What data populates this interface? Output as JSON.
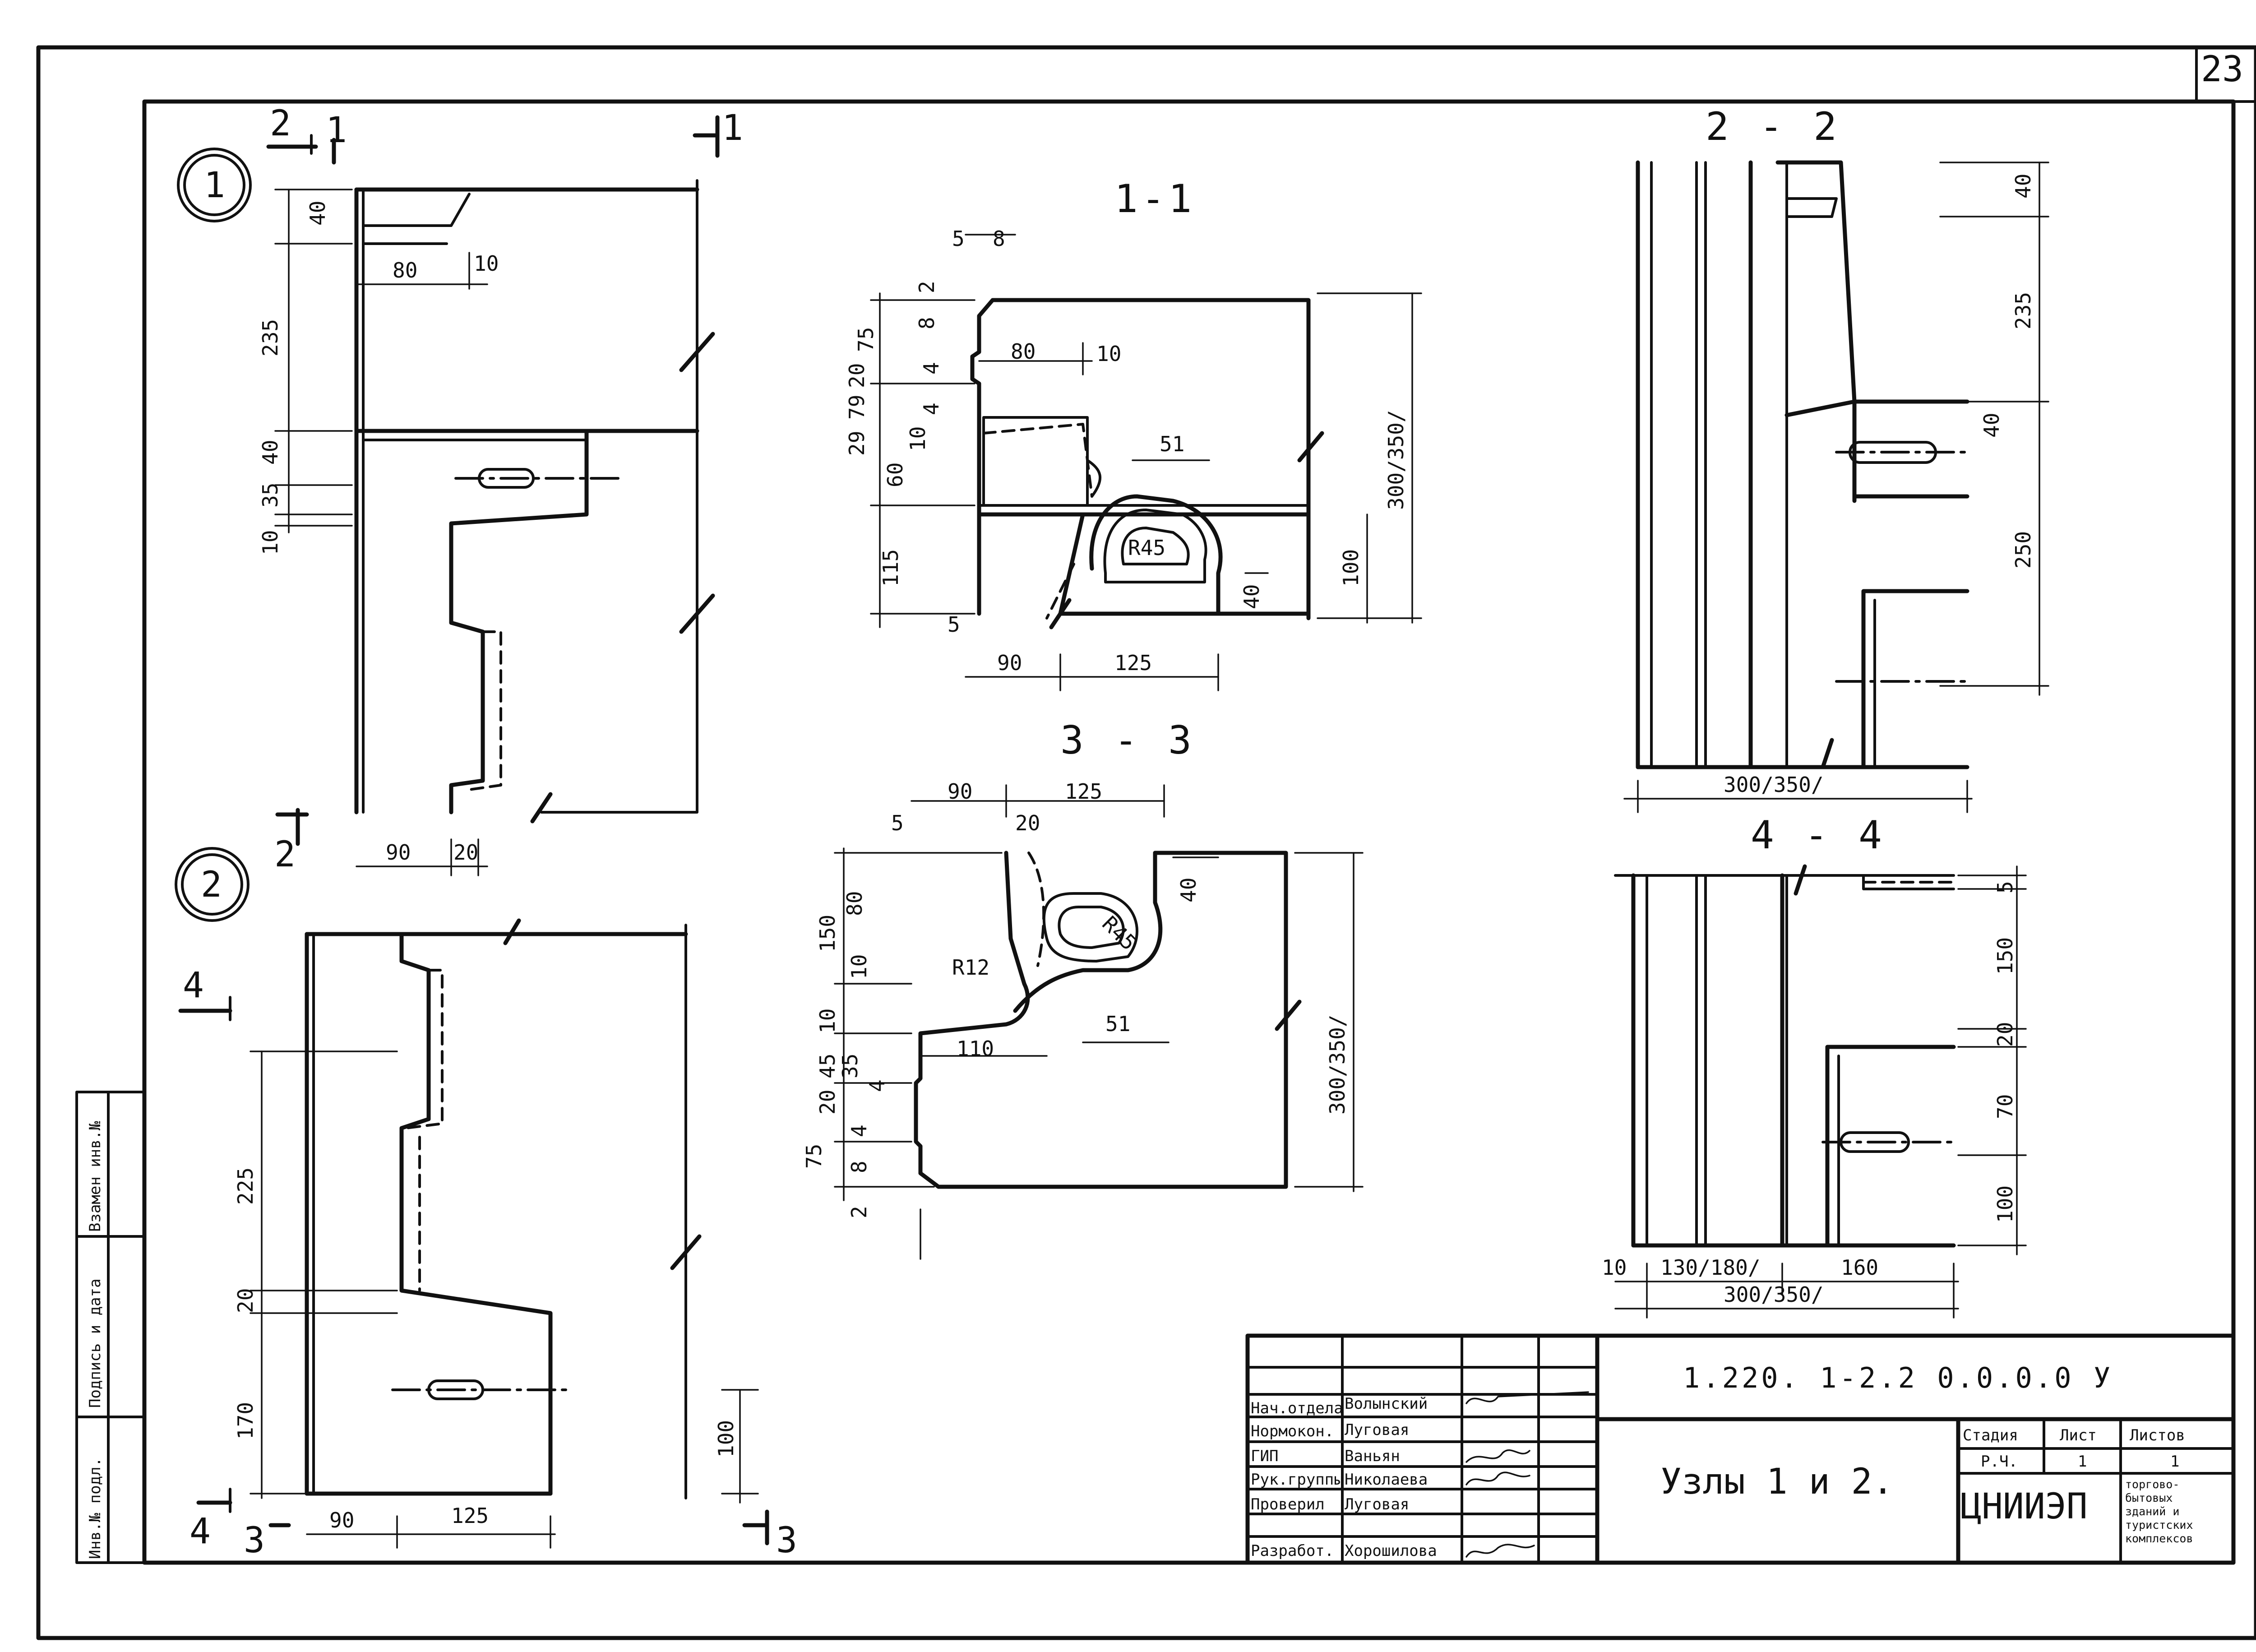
{
  "sheet": {
    "number": "23"
  },
  "nodes": {
    "node1": "1",
    "node2": "2"
  },
  "cut_marks": {
    "c1": "1",
    "c2": "2",
    "c3": "3",
    "c4": "4"
  },
  "sections": {
    "s11": "1-1",
    "s22": "2 - 2",
    "s33": "3 - 3",
    "s44": "4 - 4"
  },
  "node1_dims": [
    "40",
    "235",
    "40",
    "35",
    "10",
    "80",
    "10",
    "90",
    "20"
  ],
  "node2_dims": [
    "225",
    "20",
    "170",
    "100",
    "90",
    "125"
  ],
  "sec11_dims": [
    "5",
    "8",
    "2",
    "8",
    "75",
    "80",
    "10",
    "4",
    "29",
    "79",
    "20",
    "10",
    "4",
    "60",
    "51",
    "300/350/",
    "R45",
    "115",
    "100",
    "40",
    "5",
    "90",
    "125"
  ],
  "sec33_dims": [
    "90",
    "125",
    "5",
    "20",
    "40",
    "150",
    "80",
    "10",
    "R45",
    "R12",
    "10",
    "45",
    "110",
    "51",
    "300/350/",
    "20",
    "35",
    "4",
    "4",
    "75",
    "8",
    "2"
  ],
  "sec22_dims": [
    "40",
    "235",
    "40",
    "250",
    "300/350/"
  ],
  "sec44_dims": [
    "5",
    "150",
    "20",
    "70",
    "100",
    "10",
    "130/180/",
    "160",
    "300/350/"
  ],
  "side_stamp": [
    "Инв.№ подл.",
    "Подпись и дата",
    "Взамен инв.№"
  ],
  "title_block": {
    "doc_code": "1.220. 1-2.2 0.0.0.0 У",
    "title": "Узлы 1 и 2.",
    "roles": [
      {
        "role": "Нач.отдела",
        "name": "Волынский"
      },
      {
        "role": "Нормокон.",
        "name": "Луговая"
      },
      {
        "role": "ГИП",
        "name": "Ваньян"
      },
      {
        "role": "Рук.группы",
        "name": "Николаева"
      },
      {
        "role": "Проверил",
        "name": "Луговая"
      },
      {
        "role": "Разработ.",
        "name": "Хорошилова"
      }
    ],
    "stage_header": "Стадия",
    "sheet_header": "Лист",
    "sheets_header": "Листов",
    "stage": "Р.Ч.",
    "sheet": "1",
    "sheets": "1",
    "org": "ЦНИИЭП",
    "org_sub": [
      "торгово-",
      "бытовых",
      "зданий и",
      "туристских",
      "комплексов"
    ]
  }
}
